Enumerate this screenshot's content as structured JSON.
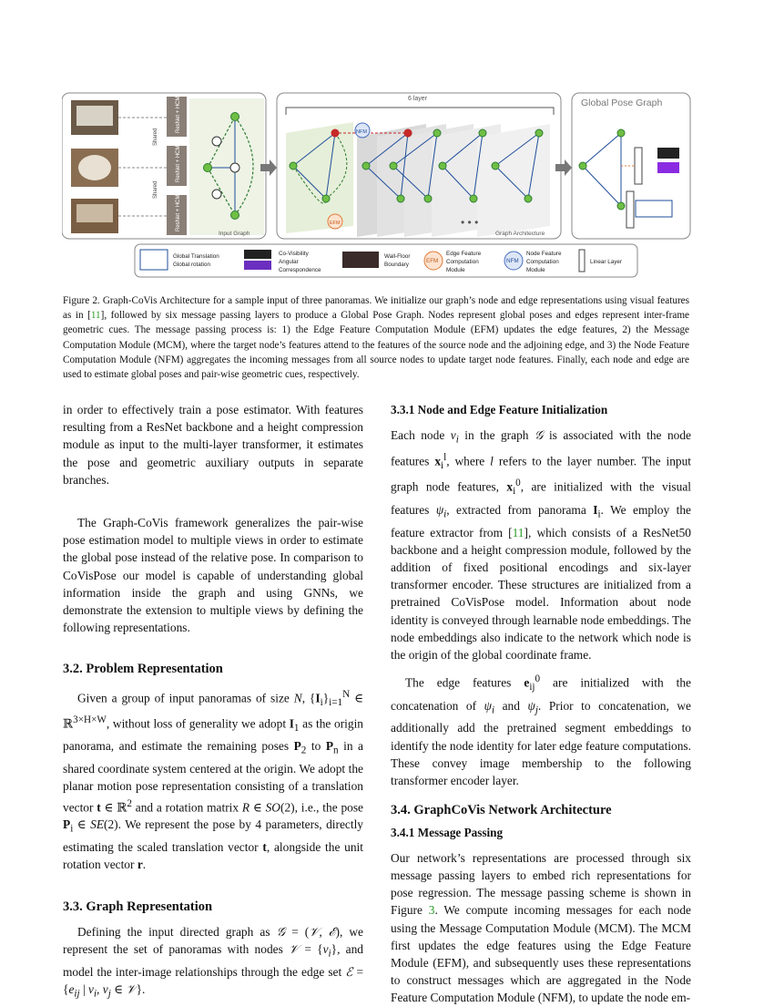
{
  "figure": {
    "global_pose_graph_title": "Global Pose Graph",
    "six_layer_label": "6 layer",
    "input_graph_label": "Input Graph",
    "graph_architecture_label": "Graph Architecture",
    "shared_label": "Shared",
    "resnet_hcm_label": "ResNet + HCM",
    "nfm_label": "NFM",
    "efm_label": "EFM",
    "legend": {
      "global_translation": "Global Translation",
      "global_rotation": "Global rotation",
      "covisibility": "Co-Visibility",
      "angular": "Angular",
      "correspondence": "Correspondence",
      "wall_floor": "Wall-Floor",
      "boundary": "Boundary",
      "efm_badge": "EFM",
      "edge_feature_1": "Edge Feature",
      "edge_feature_2": "Computation",
      "edge_feature_3": "Module",
      "nfm_badge": "NFM",
      "node_feature_1": "Node Feature",
      "node_feature_2": "Computation",
      "node_feature_3": "Module",
      "linear_layer": "Linear Layer"
    }
  },
  "caption": {
    "part1": "Figure 2. Graph-CoVis Architecture for a sample input of three panoramas. We initialize our graph’s node and edge representations using visual features as in [",
    "ref": "11",
    "part2": "], followed by six message passing layers to produce a Global Pose Graph. Nodes represent global poses and edges represent inter-frame geometric cues. The message passing process is: 1) the Edge Feature Computation Module (EFM) updates the edge features, 2) the Message Computation Module (MCM), where the target node’s features attend to the features of the source node and the adjoining edge, and 3) the Node Feature Computation Module (NFM) aggregates the incoming messages from all source nodes to update target node features. Finally, each node and edge are used to estimate global poses and pair-wise geometric cues, respectively."
  },
  "left": {
    "p1": "in order to effectively train a pose estimator. With features resulting from a ResNet backbone and a height compression module as input to the multi-layer transformer, it estimates the pose and geometric auxiliary outputs in separate branches.",
    "p2": "The Graph-CoVis framework generalizes the pair-wise pose estimation model to multiple views in order to estimate the global pose instead of the relative pose. In comparison to CoVisPose our model is capable of understanding global information inside the graph and using GNNs, we demonstrate the extension to multiple views by defining the following representations.",
    "h32": "3.2. Problem Representation",
    "p3a": "Given a group of input panoramas of size ",
    "p3b": ", without loss of generality we adopt ",
    "p3c": " as the origin panorama, and estimate the remaining poses ",
    "p3d": " to ",
    "p3e": " in a shared coordinate system centered at the origin. We adopt the planar motion pose representation consisting of a translation vector ",
    "p3f": " and a rotation matrix ",
    "p3g": ", i.e., the pose ",
    "p3h": ". We represent the pose by 4 parameters, directly estimating the scaled translation vector ",
    "p3i": ", alongside the unit rotation vector ",
    "p3j": ".",
    "h33": "3.3. Graph Representation",
    "p4a": "Defining the input directed graph as ",
    "p4b": ", we represent the set of panoramas with nodes ",
    "p4c": ", and model the inter-image relationships through the edge set ",
    "p4d": "."
  },
  "right": {
    "h331": "3.3.1   Node and Edge Feature Initialization",
    "p1a": "Each node ",
    "p1b": " in the graph ",
    "p1c": " is associated with the node features ",
    "p1d": ", where ",
    "p1e": " refers to the layer number. The input graph node features, ",
    "p1f": ", are initialized with the visual features ",
    "p1g": ", extracted from panorama ",
    "p1h": ". We employ the feature extractor from [",
    "p1ref": "11",
    "p1i": "], which consists of a ResNet50 backbone and a height compression module, followed by the addition of fixed positional encodings and six-layer transformer encoder. These structures are initialized from a pretrained CoVisPose model. Information about node identity is conveyed through learnable node embeddings. The node embeddings also indicate to the network which node is the origin of the global coordinate frame.",
    "p2a": "The edge features ",
    "p2b": " are initialized with the concatenation of ",
    "p2c": " and ",
    "p2d": ". Prior to concatenation, we additionally add the pretrained segment embeddings to identify the node identity for later edge feature computations. These convey image membership to the following transformer encoder layer.",
    "h34": "3.4. GraphCoVis Network Architecture",
    "h341": "3.4.1   Message Passing",
    "p3a": "Our network’s representations are processed through six message passing layers to embed rich representations for pose regression. The message passing scheme is shown in Figure ",
    "p3ref": "3",
    "p3b": ". We compute incoming messages for each node using the Message Computation Module (MCM). The MCM first updates the edge features using the Edge Feature Module (EFM), and subsequently uses these representations to construct messages which are aggregated in the Node Feature Computation Module (NFM), to update the node em-"
  }
}
